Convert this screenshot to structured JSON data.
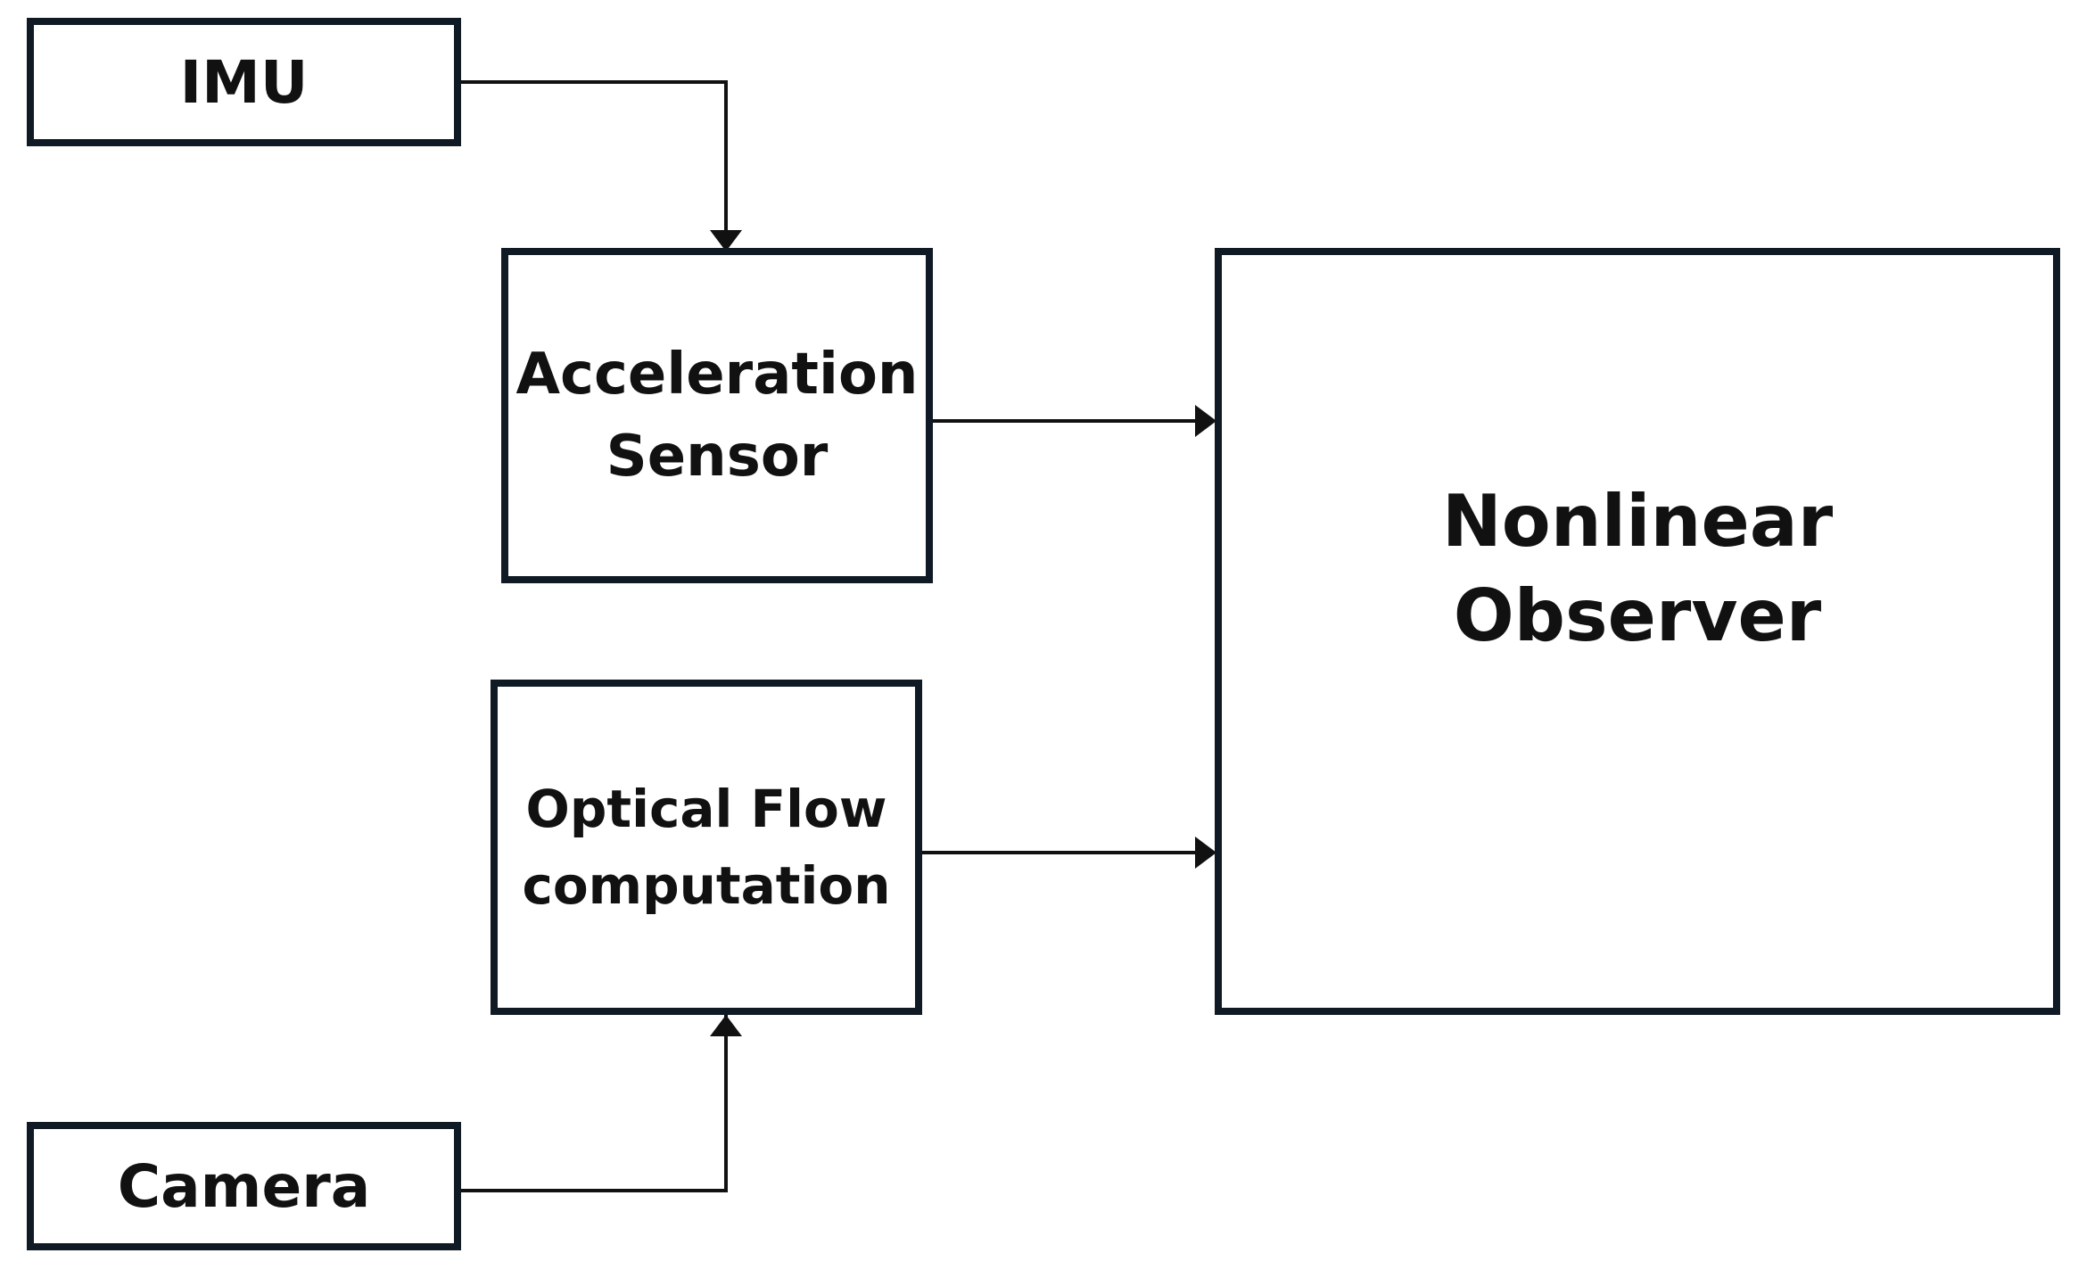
{
  "diagram": {
    "blocks": {
      "imu": {
        "label": "IMU"
      },
      "camera": {
        "label": "Camera"
      },
      "acceleration_sensor": {
        "line1": "Acceleration",
        "line2": "Sensor"
      },
      "optical_flow": {
        "line1": "Optical Flow",
        "line2": "computation"
      },
      "nonlinear_observer": {
        "line1": "Nonlinear",
        "line2": "Observer"
      }
    },
    "connections": [
      {
        "from": "imu",
        "to": "acceleration_sensor"
      },
      {
        "from": "camera",
        "to": "optical_flow"
      },
      {
        "from": "acceleration_sensor",
        "to": "nonlinear_observer"
      },
      {
        "from": "optical_flow",
        "to": "nonlinear_observer"
      }
    ],
    "colors": {
      "border": "#0f1a24",
      "arrow": "#111111",
      "text": "#111111"
    }
  }
}
